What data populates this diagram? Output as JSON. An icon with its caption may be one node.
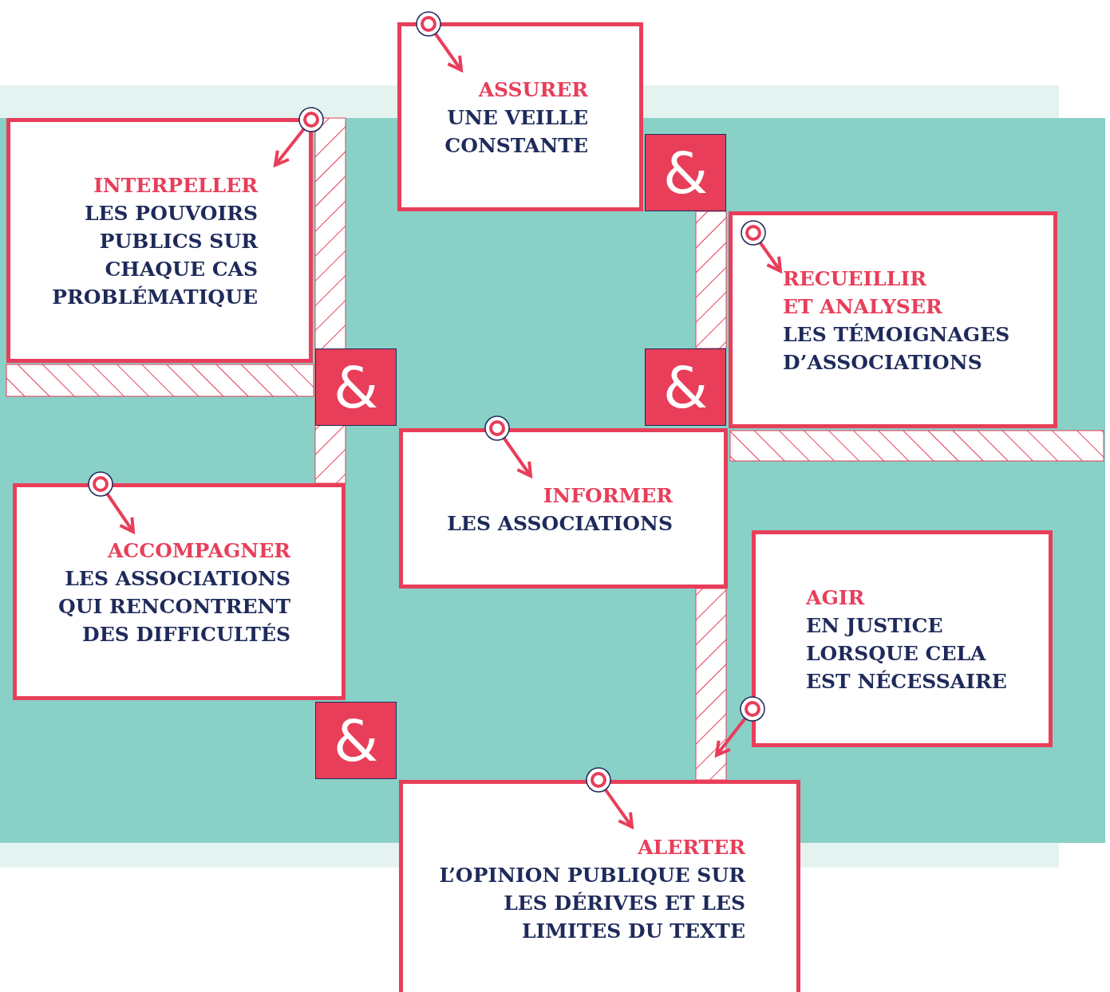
{
  "diagram": {
    "nodes": [
      {
        "text": [
          "ASSURER",
          "UNE VEILLE CONSTANTE"
        ]
      },
      {
        "text": [
          "INTERPELLER",
          "LES POUVOIRS PUBLICS SUR CHAQUE CAS PROBLÉMATIQUE"
        ]
      },
      {
        "text": [
          "&"
        ]
      },
      {
        "text": [
          "RECUEILLIR ET ANALYSER",
          "LES TÉMOIGNAGES D’ASSOCIATIONS"
        ]
      },
      {
        "text": [
          "&"
        ]
      },
      {
        "text": [
          "&"
        ]
      },
      {
        "text": [
          "INFORMER",
          "LES ASSOCIATIONS"
        ]
      },
      {
        "text": [
          "ACCOMPAGNER",
          "LES ASSOCIATIONS QUI RENCONTRENT DES DIFFICULTÉS"
        ]
      },
      {
        "text": [
          "AGIR",
          "EN JUSTICE LORSQUE CELA EST NÉCESSAIRE"
        ]
      },
      {
        "text": [
          "&"
        ]
      },
      {
        "text": [
          "ALERTER",
          "L’OPINION PUBLIQUE SUR LES DÉRIVES ET LES LIMITES DU TEXTE"
        ]
      }
    ]
  }
}
